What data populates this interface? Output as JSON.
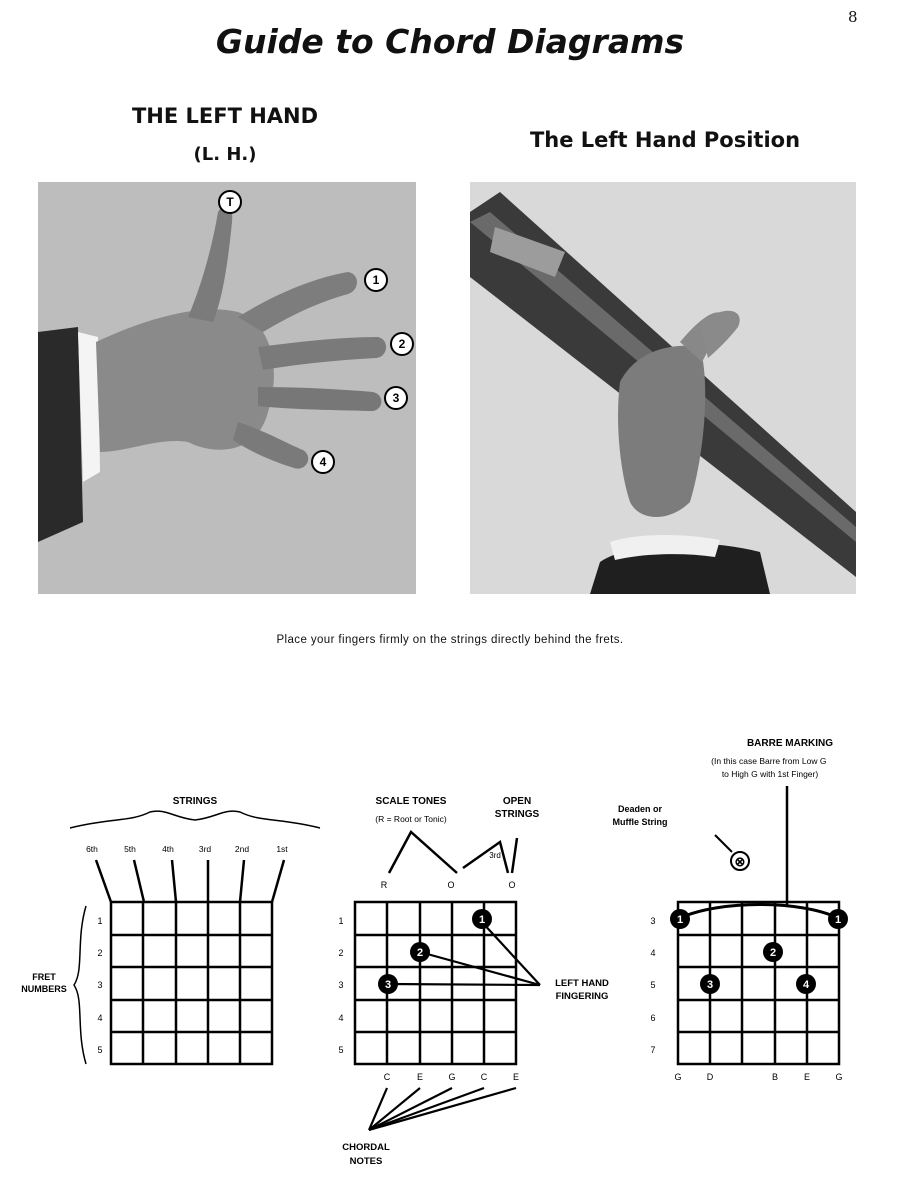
{
  "page_number": "8",
  "title": "Guide to Chord Diagrams",
  "left_hand": {
    "title": "THE LEFT HAND",
    "subtitle": "(L. H.)",
    "finger_labels": [
      "T",
      "1",
      "2",
      "3",
      "4"
    ]
  },
  "hand_position": {
    "title": "The Left Hand Position"
  },
  "caption": "Place your fingers firmly on the strings directly behind the frets.",
  "diagram1": {
    "strings_label": "STRINGS",
    "string_names": [
      "6th",
      "5th",
      "4th",
      "3rd",
      "2nd",
      "1st"
    ],
    "fret_numbers": [
      "1",
      "2",
      "3",
      "4",
      "5"
    ],
    "fret_label": "FRET NUMBERS"
  },
  "diagram2": {
    "scale_tones_label": "SCALE TONES",
    "scale_tones_note": "(R = Root or Tonic)",
    "open_strings_label": "OPEN STRINGS",
    "top_marks": [
      "R",
      "O",
      "O"
    ],
    "third_mark": "3rd",
    "fret_numbers": [
      "1",
      "2",
      "3",
      "4",
      "5"
    ],
    "fingers": [
      "1",
      "2",
      "3"
    ],
    "fingering_label": "LEFT HAND FINGERING",
    "chordal_notes": [
      "C",
      "E",
      "G",
      "C",
      "E"
    ],
    "chordal_label": "CHORDAL NOTES"
  },
  "diagram3": {
    "barre_label": "BARRE MARKING",
    "barre_note": "(In this case Barre from Low G to High G with 1st Finger)",
    "deaden_label": "Deaden or Muffle String",
    "deaden_mark": "⊗",
    "fret_numbers": [
      "3",
      "4",
      "5",
      "6",
      "7"
    ],
    "fingers": [
      "1",
      "1",
      "2",
      "3",
      "4"
    ],
    "bottom_notes": [
      "G",
      "D",
      "B",
      "E",
      "G"
    ]
  }
}
